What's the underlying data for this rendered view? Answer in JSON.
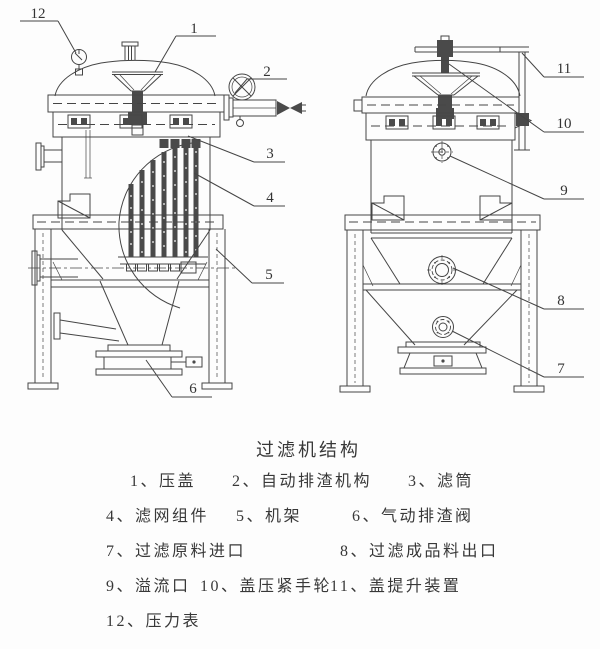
{
  "title": "过滤机结构",
  "legend_items": [
    "1、压盖",
    "2、自动排渣机构",
    "3、滤筒",
    "4、滤网组件",
    "5、机架",
    "6、气动排渣阀",
    "7、过滤原料进口",
    "8、过滤成品料出口",
    "9、溢流口",
    "10、盖压紧手轮",
    "11、盖提升装置",
    "12、压力表"
  ],
  "callouts": {
    "c1": "1",
    "c2": "2",
    "c3": "3",
    "c4": "4",
    "c5": "5",
    "c6": "6",
    "c7": "7",
    "c8": "8",
    "c9": "9",
    "c10": "10",
    "c11": "11",
    "c12": "12"
  },
  "colors": {
    "line_color": "#454545",
    "text_color": "#383838",
    "background": "#fdfdfd"
  }
}
